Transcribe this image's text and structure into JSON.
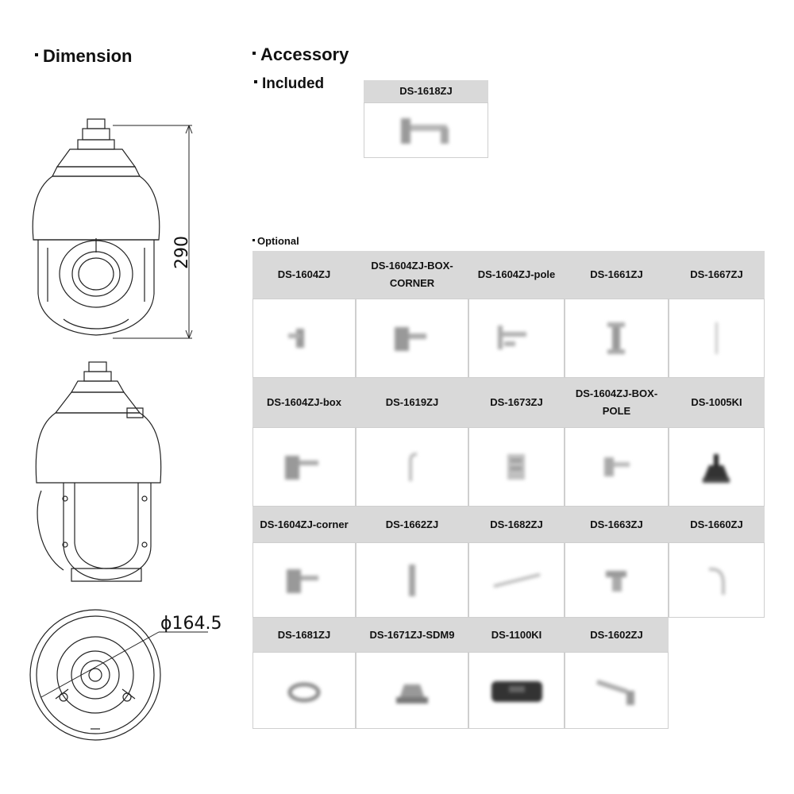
{
  "dimension": {
    "title": "Dimension",
    "height_label": "290",
    "diameter_label": "ϕ164.5"
  },
  "accessory": {
    "title": "Accessory",
    "included": {
      "title": "Included",
      "items": [
        {
          "model": "DS-1618ZJ",
          "icon": "wall-mount-bracket-icon"
        }
      ]
    },
    "optional": {
      "title": "Optional",
      "items": [
        {
          "model": "DS-1604ZJ",
          "icon": "mount-adapter-icon"
        },
        {
          "model": "DS-1604ZJ-BOX-CORNER",
          "icon": "box-corner-mount-icon"
        },
        {
          "model": "DS-1604ZJ-pole",
          "icon": "pole-mount-icon"
        },
        {
          "model": "DS-1661ZJ",
          "icon": "pendant-mount-icon"
        },
        {
          "model": "DS-1667ZJ",
          "icon": "long-pendant-icon"
        },
        {
          "model": "DS-1604ZJ-box",
          "icon": "box-mount-icon"
        },
        {
          "model": "DS-1619ZJ",
          "icon": "hook-mount-icon"
        },
        {
          "model": "DS-1673ZJ",
          "icon": "junction-box-icon"
        },
        {
          "model": "DS-1604ZJ-BOX-POLE",
          "icon": "box-pole-mount-icon"
        },
        {
          "model": "DS-1005KI",
          "icon": "joystick-keyboard-icon"
        },
        {
          "model": "DS-1604ZJ-corner",
          "icon": "corner-mount-icon"
        },
        {
          "model": "DS-1662ZJ",
          "icon": "pendant-pipe-icon"
        },
        {
          "model": "DS-1682ZJ",
          "icon": "long-arm-icon"
        },
        {
          "model": "DS-1663ZJ",
          "icon": "ceiling-mount-icon"
        },
        {
          "model": "DS-1660ZJ",
          "icon": "parapet-mount-icon"
        },
        {
          "model": "DS-1681ZJ",
          "icon": "ring-adapter-icon"
        },
        {
          "model": "DS-1671ZJ-SDM9",
          "icon": "in-ceiling-mount-icon"
        },
        {
          "model": "DS-1100KI",
          "icon": "network-keyboard-icon"
        },
        {
          "model": "DS-1602ZJ",
          "icon": "wall-arm-icon"
        }
      ]
    }
  }
}
